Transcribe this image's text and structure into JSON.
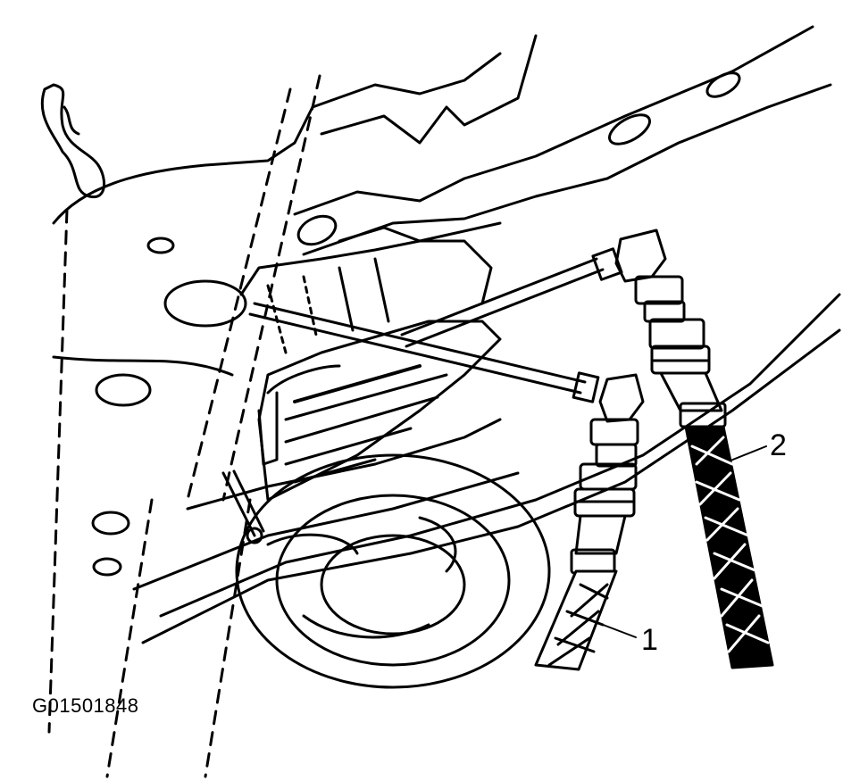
{
  "callouts": {
    "hose_1": "1",
    "hose_2": "2"
  },
  "figure_id": "G01501848",
  "colors": {
    "ink": "#000000",
    "paper": "#ffffff"
  }
}
